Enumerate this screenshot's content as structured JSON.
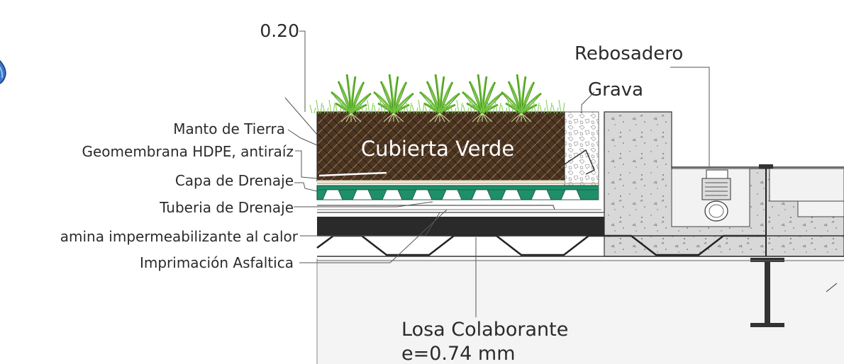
{
  "labels": {
    "dimension": "0.20",
    "rebosadero": "Rebosadero",
    "grava": "Grava",
    "manto_tierra": "Manto de Tierra",
    "geomembrana": "Geomembrana HDPE, antiraíz",
    "capa_drenaje": "Capa de Drenaje",
    "tuberia_drenaje": "Tuberia de Drenaje",
    "lamina": "amina impermeabilizante al calor",
    "imprimacion": "Imprimación Asfaltica",
    "cubierta_verde": "Cubierta Verde",
    "losa_line1": "Losa Colaborante",
    "losa_line2": "e=0.74 mm"
  },
  "colors": {
    "soil": "#4a3422",
    "drainage": "#1f8f6a",
    "concrete": "#d6d6d6",
    "deck": "#2a2a2a",
    "plants": "#6fbf3a",
    "water_icon": "#3a78c8"
  }
}
